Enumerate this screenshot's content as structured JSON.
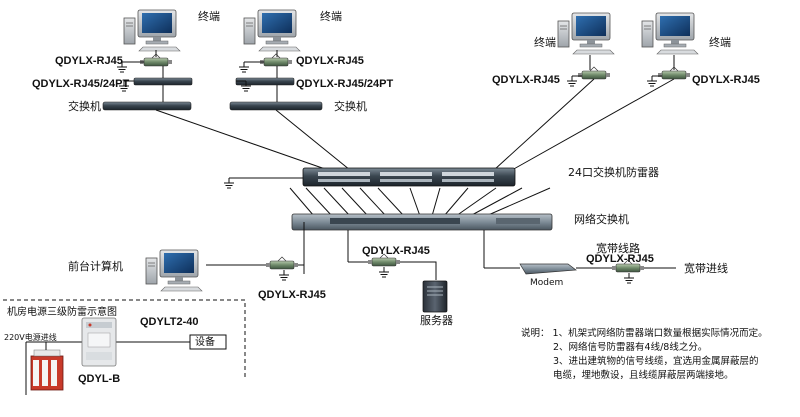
{
  "terminals": {
    "top_left": "终端",
    "top_mid": "终端",
    "right_a": "终端",
    "right_b": "终端"
  },
  "protectors": {
    "rj45_a": "QDYLX-RJ45",
    "rj45_b": "QDYLX-RJ45",
    "rj45pt_a": "QDYLX-RJ45/24PT",
    "rj45pt_b": "QDYLX-RJ45/24PT",
    "rj45_right_a": "QDYLX-RJ45",
    "rj45_right_b": "QDYLX-RJ45",
    "rj45_server": "QDYLX-RJ45",
    "rj45_front": "QDYLX-RJ45",
    "rj45_modem": "QDYLX-RJ45"
  },
  "devices": {
    "switch_a": "交换机",
    "switch_b": "交换机",
    "rack_protector": "24口交换机防雷器",
    "network_switch": "网络交换机",
    "front_pc": "前台计算机",
    "server": "服务器",
    "modem": "Modem",
    "broadband_line": "宽带线路",
    "broadband_in": "宽带进线"
  },
  "power": {
    "title": "机房电源三级防雷示意图",
    "line_label": "220V电源进线",
    "qdylt": "QDYLT2-40",
    "qdylb": "QDYL-B",
    "equipment": "设备"
  },
  "notes": [
    "说明：  1、机架式网络防雷器端口数量根据实际情况而定。",
    "2、网络信号防雷器有4线/8线之分。",
    "3、进出建筑物的信号线缆，宜选用金属屏蔽层的",
    "电缆，埋地敷设，且线缆屏蔽层两端接地。"
  ],
  "colors": {
    "line": "#111111",
    "device_body": "#3c4a55",
    "device_light": "#8a9aa6",
    "protector_body": "#6f8a6a",
    "surge_red": "#c83a2a",
    "power_panel": "#e6e8ea"
  }
}
